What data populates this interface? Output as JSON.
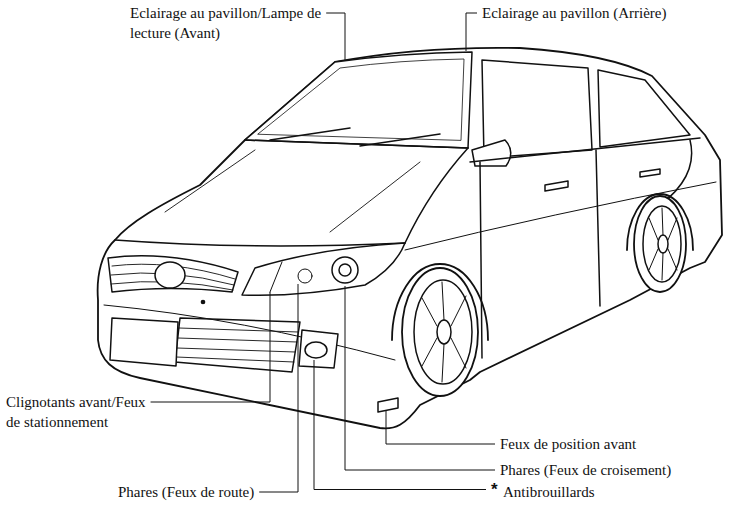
{
  "diagram": {
    "labels": [
      "Eclairage au pavillon/Lampe de lecture (Avant)",
      "Eclairage au pavillon (Arrière)",
      "Clignotants avant/Feux de stationnement",
      "Phares (Feux de route)",
      "Feux de position avant",
      "Phares (Feux de croisement)",
      "*",
      "Antibrouillards"
    ]
  }
}
